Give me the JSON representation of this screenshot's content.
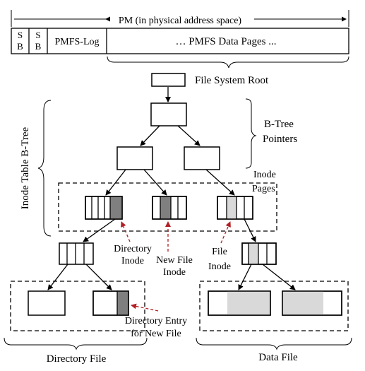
{
  "pm": {
    "title": "PM (in physical address space)",
    "cells": [
      {
        "label_top": "S",
        "label_bottom": "B"
      },
      {
        "label_top": "S",
        "label_bottom": "B"
      },
      {
        "label": "PMFS-Log"
      },
      {
        "label": "… PMFS Data Pages ..."
      }
    ]
  },
  "labels": {
    "fs_root": "File System Root",
    "btree_pointers_1": "B-Tree",
    "btree_pointers_2": "Pointers",
    "inode_table": "Inode Table B-Tree",
    "inode_pages_1": "Inode",
    "inode_pages_2": "Pages",
    "directory_inode_1": "Directory",
    "directory_inode_2": "Inode",
    "new_file_inode_1": "New File",
    "new_file_inode_2": "Inode",
    "file_inode_1": "File",
    "file_inode_2": "Inode",
    "dir_entry_1": "Directory Entry",
    "dir_entry_2": "for New File",
    "directory_file": "Directory File",
    "data_file": "Data File"
  },
  "colors": {
    "dark_slot": "#7f7f7f",
    "light_slot": "#d9d9d9",
    "annotation_red": "#b21f24",
    "stroke": "#000000"
  }
}
